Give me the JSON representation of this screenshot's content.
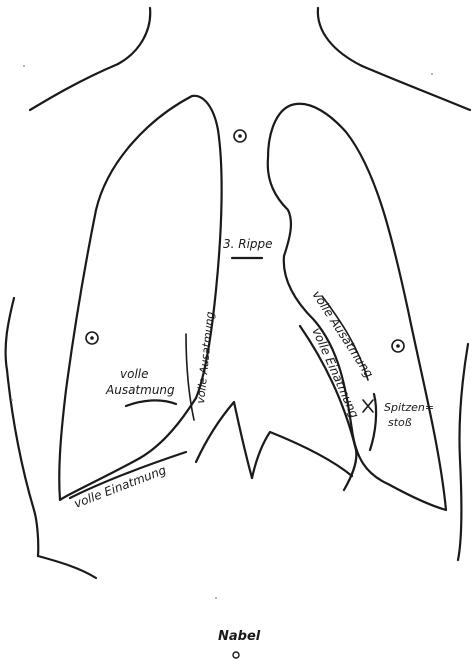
{
  "labels": {
    "rib": "3. Rippe",
    "left_exhale_1": "volle",
    "left_exhale_2": "Ausatmung",
    "left_exhale_vertical": "volle Ausatmung",
    "left_inhale": "volle Einatmung",
    "right_exhale": "volle Ausatmung",
    "right_inhale": "volle Einatmung",
    "apex_1": "Spitzen=",
    "apex_2": "stoß",
    "navel": "Nabel"
  },
  "markers": [
    "nipple-marker",
    "nipple-marker",
    "nipple-marker",
    "apex-beat-cross",
    "navel-marker"
  ]
}
